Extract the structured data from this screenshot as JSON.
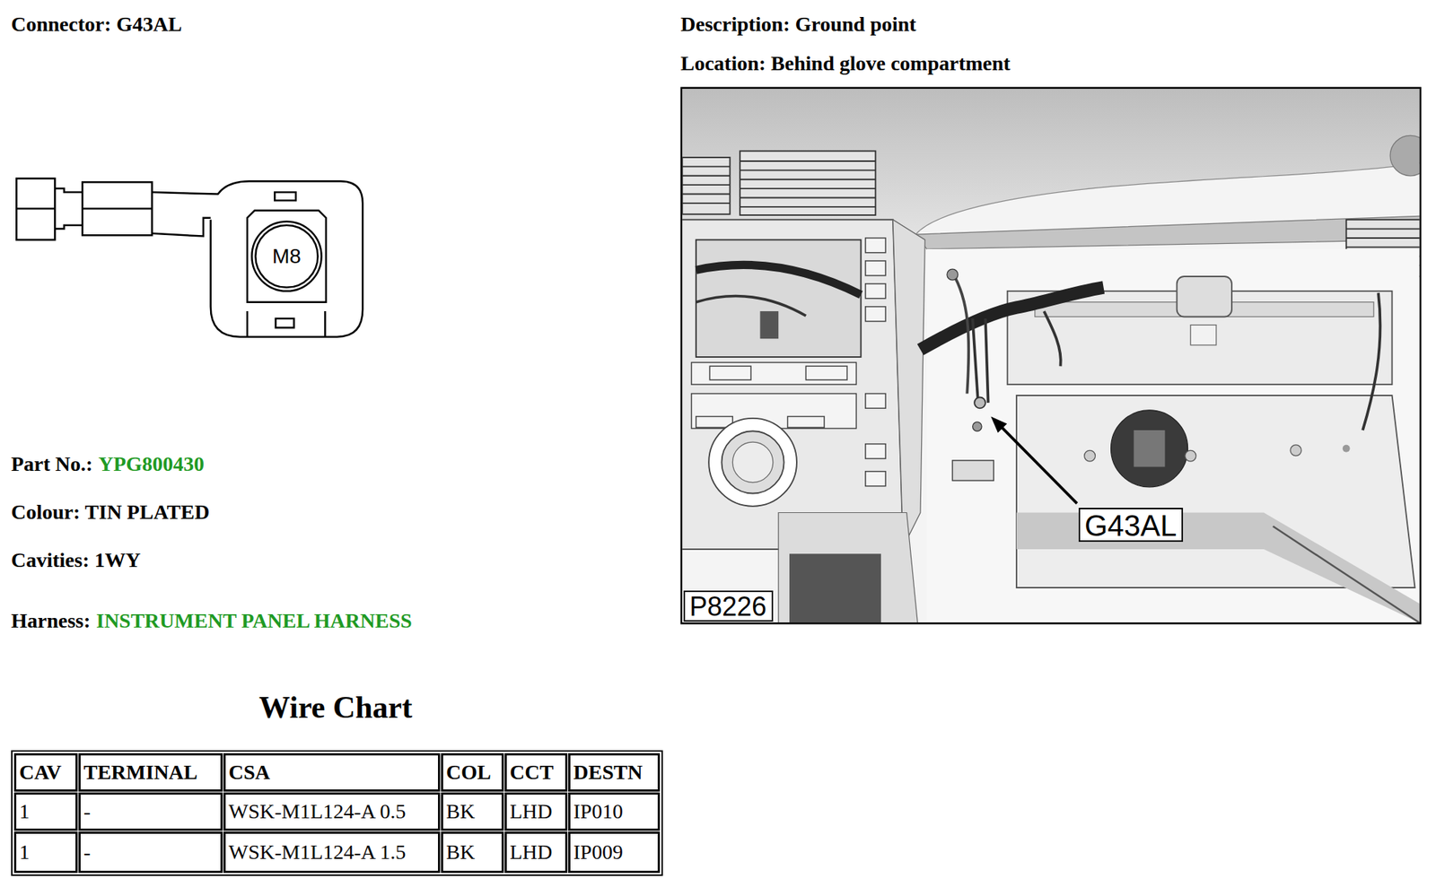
{
  "diagram": {
    "nodes": [
      {
        "text": [
          "G43AL"
        ]
      },
      {
        "text": [
          "P8226"
        ]
      }
    ],
    "labels": [
      "Connector: G43AL",
      "Description: Ground point",
      "Location: Behind glove compartment",
      "M8",
      "Part No.:",
      "YPG800430",
      "Colour: TIN PLATED",
      "Cavities: 1WY",
      "Harness:",
      "INSTRUMENT PANEL HARNESS",
      "Wire Chart",
      "CAV",
      "TERMINAL",
      "CSA",
      "COL",
      "CCT",
      "DESTN",
      "1",
      "-",
      "WSK-M1L124-A 0.5",
      "BK",
      "LHD",
      "IP010",
      "1",
      "-",
      "WSK-M1L124-A 1.5",
      "BK",
      "LHD",
      "IP009"
    ]
  }
}
